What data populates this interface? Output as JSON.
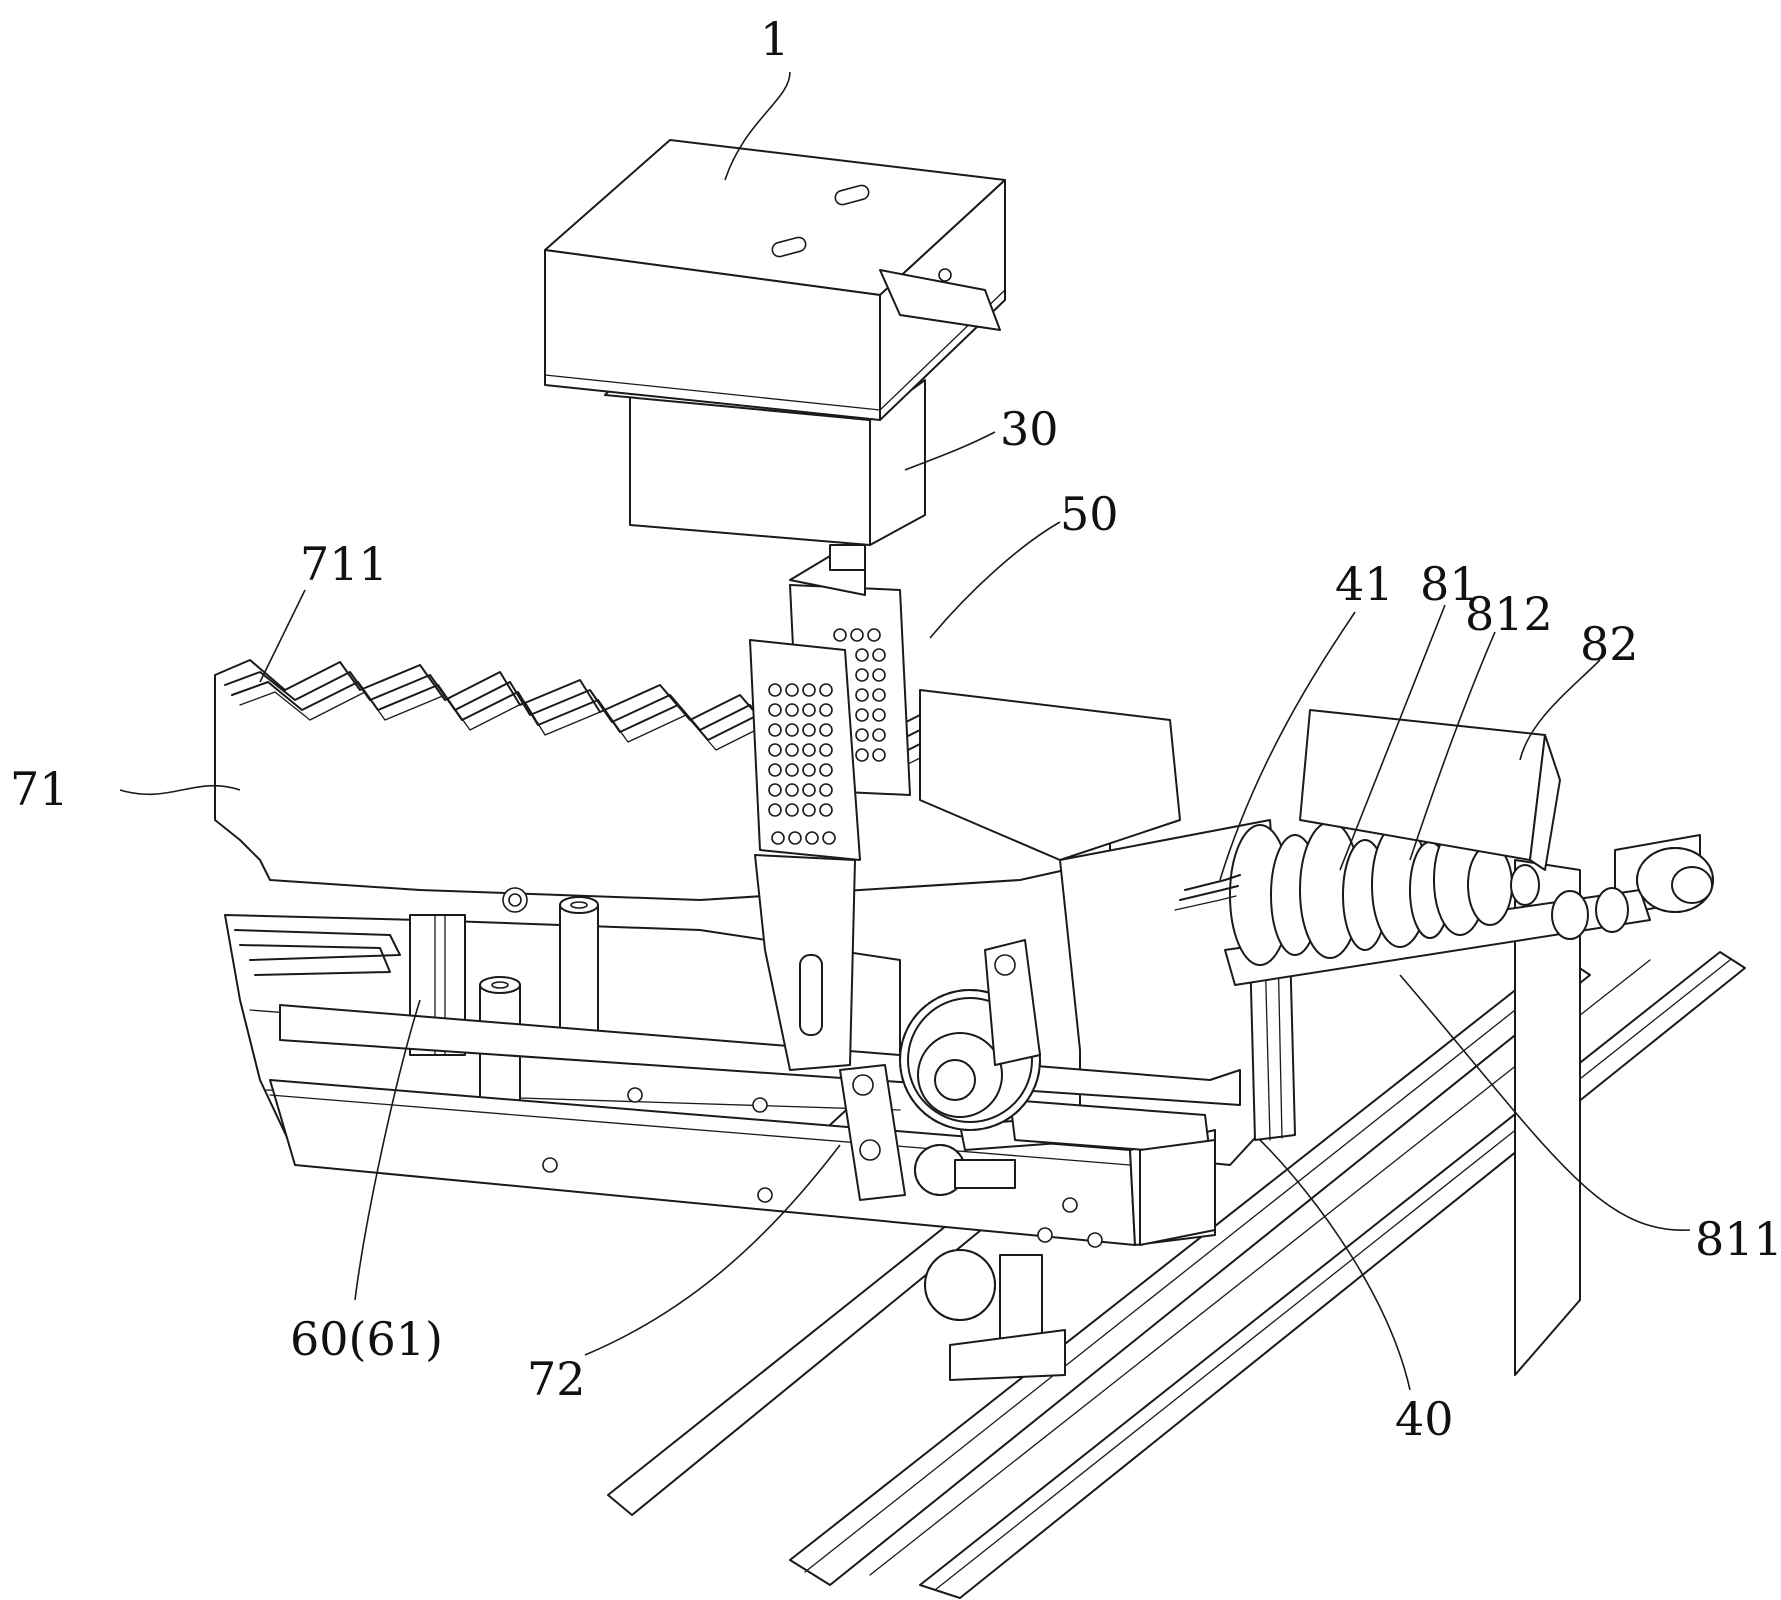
{
  "figure": {
    "labels": {
      "l1": "1",
      "l30": "30",
      "l50": "50",
      "l711": "711",
      "l71": "71",
      "l41": "41",
      "l81": "81",
      "l812": "812",
      "l82": "82",
      "l811": "811",
      "l40": "40",
      "l72": "72",
      "l60": "60(61)"
    }
  }
}
